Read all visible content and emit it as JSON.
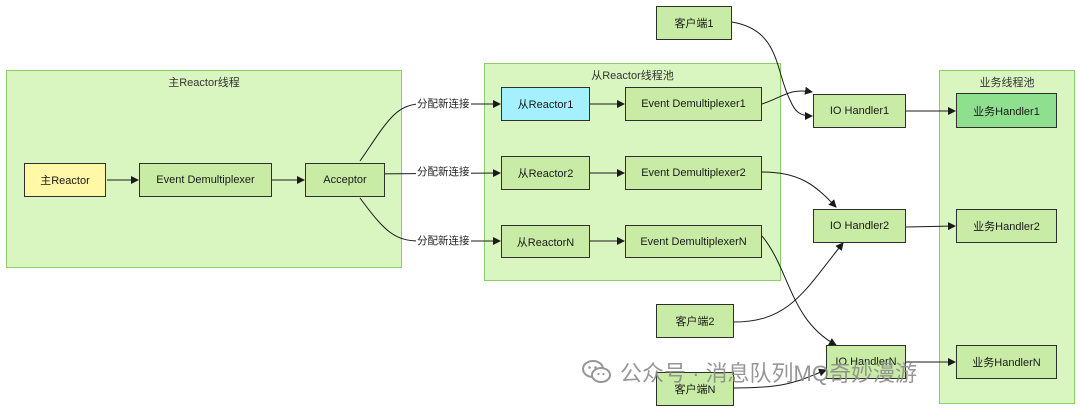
{
  "groups": {
    "main": {
      "title": "主Reactor线程"
    },
    "sub": {
      "title": "从Reactor线程池"
    },
    "biz": {
      "title": "业务线程池"
    }
  },
  "nodes": {
    "main_reactor": "主Reactor",
    "event_demux": "Event Demultiplexer",
    "acceptor": "Acceptor",
    "sub_reactor_1": "从Reactor1",
    "sub_reactor_2": "从Reactor2",
    "sub_reactor_n": "从ReactorN",
    "sub_demux_1": "Event Demultiplexer1",
    "sub_demux_2": "Event Demultiplexer2",
    "sub_demux_n": "Event DemultiplexerN",
    "client_1": "客户端1",
    "client_2": "客户端2",
    "client_n": "客户端N",
    "io_handler_1": "IO Handler1",
    "io_handler_2": "IO Handler2",
    "io_handler_n": "IO HandlerN",
    "biz_handler_1": "业务Handler1",
    "biz_handler_2": "业务Handler2",
    "biz_handler_n": "业务HandlerN"
  },
  "edge_labels": {
    "assign_1": "分配新连接",
    "assign_2": "分配新连接",
    "assign_n": "分配新连接"
  },
  "watermark": {
    "icon": "wechat-icon",
    "text": "公众号 · 消息队列MQ奇妙漫游"
  },
  "colors": {
    "group_fill": "#d9f5c0",
    "node_fill": "#c8eca5",
    "main_reactor_fill": "#fff8a6",
    "sub_reactor_1_fill": "#a4f0ff",
    "biz_handler_1_fill": "#8fe08e"
  }
}
